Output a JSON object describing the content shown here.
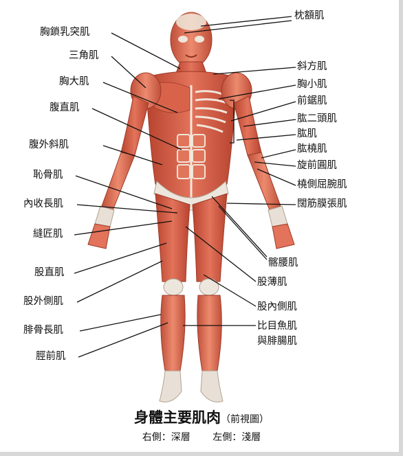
{
  "title": "身體主要肌肉",
  "title_sub": "（前視圖）",
  "caption": {
    "right": "右側：深層",
    "left": "左側：淺層"
  },
  "labels_left": [
    "胸鎖乳突肌",
    "三角肌",
    "胸大肌",
    "腹直肌",
    "腹外斜肌",
    "恥骨肌",
    "內收長肌",
    "縫匠肌",
    "股直肌",
    "股外側肌",
    "腓骨長肌",
    "脛前肌"
  ],
  "labels_right": [
    "枕額肌",
    "斜方肌",
    "胸小肌",
    "前鋸肌",
    "肱二頭肌",
    "肱肌",
    "肱橈肌",
    "旋前圓肌",
    "橈側屈腕肌",
    "闊筋膜張肌",
    "髂腰肌",
    "股薄肌",
    "股內側肌",
    "比目魚肌",
    "與腓腸肌"
  ],
  "colors": {
    "muscle": "#d9634a",
    "muscle_dark": "#b84430",
    "muscle_light": "#ea8a70",
    "tendon": "#e8e4dc",
    "line": "#111111"
  }
}
